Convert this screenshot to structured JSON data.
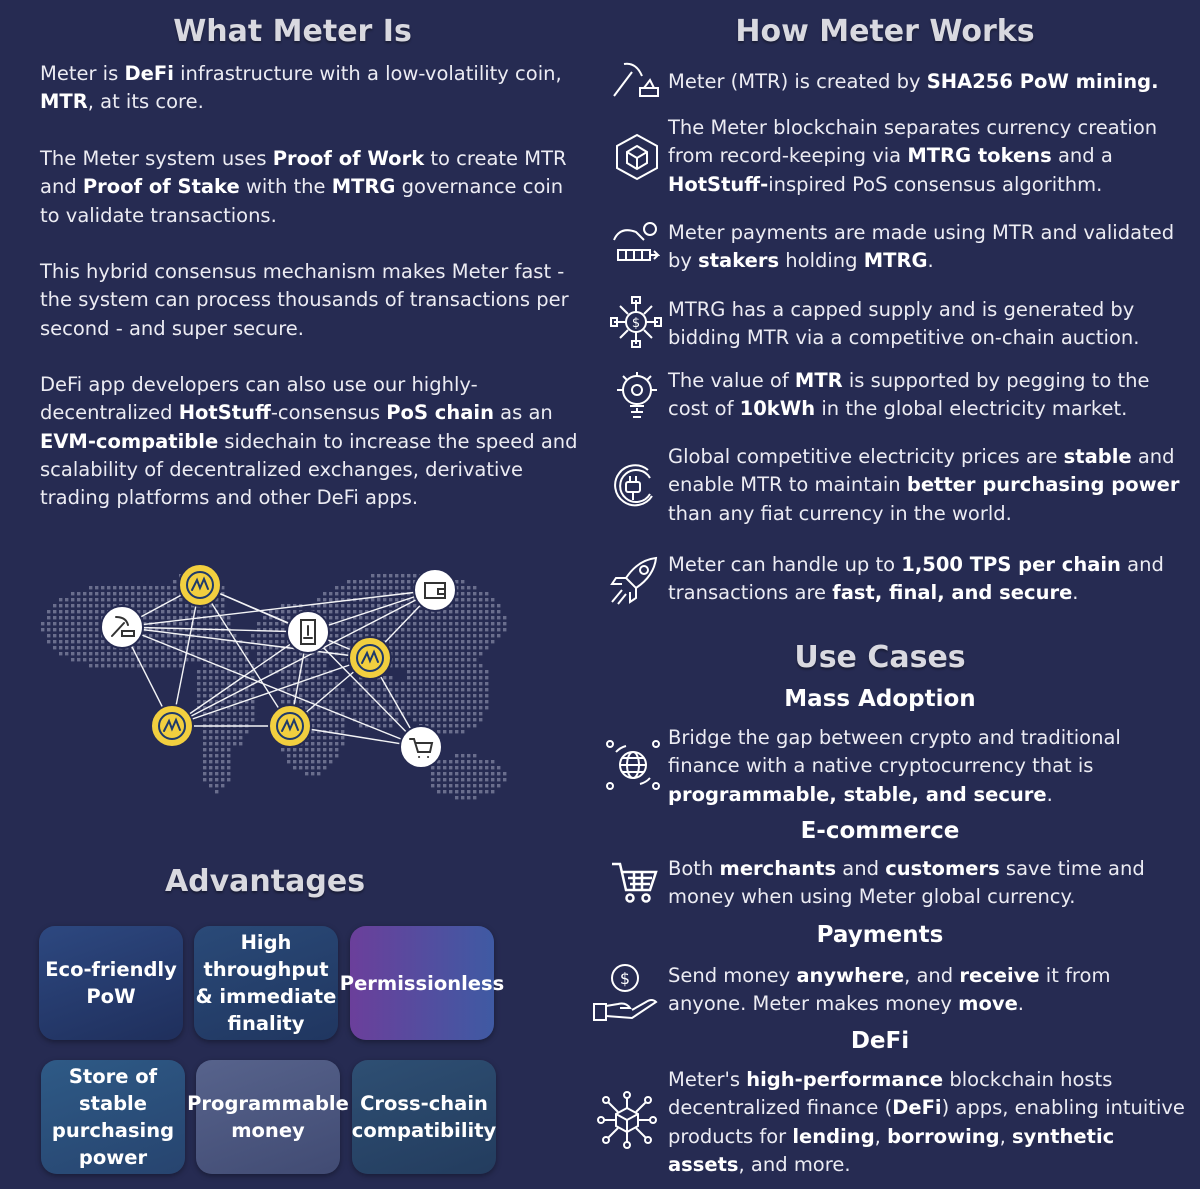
{
  "what": {
    "title": "What Meter Is",
    "p1": [
      "Meter is ",
      "DeFi",
      " infrastructure with a low-volatility coin, ",
      "MTR",
      ", at its core."
    ],
    "p2": [
      "The Meter system uses ",
      "Proof of Work",
      " to create MTR and ",
      "Proof of Stake",
      " with the ",
      "MTRG",
      " governance coin to validate transactions."
    ],
    "p3": "This hybrid consensus mechanism makes Meter fast - the system can process thousands of transactions per second - and super secure.",
    "p4": [
      "DeFi app developers can also use our highly-decentralized ",
      "HotStuff",
      "-consensus ",
      "PoS chain",
      " as an ",
      "EVM-compatible",
      " sidechain to increase the speed and scalability of decentralized exchanges, derivative trading platforms and other DeFi apps."
    ]
  },
  "how": {
    "title": "How Meter Works",
    "items": [
      {
        "icon": "mining-pickaxe-icon",
        "parts": [
          "Meter (MTR) is created by ",
          "SHA256 PoW mining."
        ]
      },
      {
        "icon": "blockchain-cube-icon",
        "parts": [
          "The Meter blockchain separates currency creation from record-keeping via ",
          "MTRG tokens",
          " and a ",
          "HotStuff-",
          "inspired PoS consensus algorithm."
        ]
      },
      {
        "icon": "staking-icon",
        "parts": [
          "Meter payments are made using MTR and validated by ",
          "stakers",
          " holding ",
          "MTRG",
          "."
        ]
      },
      {
        "icon": "dollar-network-icon",
        "parts": [
          "MTRG has a capped supply and is generated by bidding MTR via a competitive on-chain auction."
        ]
      },
      {
        "icon": "lightbulb-gear-icon",
        "parts": [
          "The value of ",
          "MTR",
          " is supported by pegging to the cost of ",
          "10kWh",
          " in the global electricity market."
        ]
      },
      {
        "icon": "power-plug-icon",
        "parts": [
          "Global competitive electricity prices are ",
          "stable",
          " and enable MTR to maintain ",
          "better purchasing power",
          " than any fiat currency in the world."
        ]
      },
      {
        "icon": "rocket-icon",
        "parts": [
          "Meter can handle up to ",
          "1,500 TPS per chain",
          " and transactions are ",
          "fast, final, and secure",
          "."
        ]
      }
    ]
  },
  "use_cases": {
    "title": "Use Cases",
    "sections": [
      {
        "heading": "Mass Adoption",
        "icon": "globe-network-icon",
        "parts": [
          "Bridge the gap between crypto and traditional finance with a native cryptocurrency that is ",
          "programmable, stable, and secure",
          "."
        ]
      },
      {
        "heading": "E-commerce",
        "icon": "shopping-cart-icon",
        "parts": [
          "Both ",
          "merchants",
          " and ",
          "customers",
          " save time and money when using Meter global currency."
        ]
      },
      {
        "heading": "Payments",
        "icon": "hand-coin-icon",
        "parts": [
          "Send money ",
          "anywhere",
          ", and ",
          "receive",
          " it from anyone. Meter makes money ",
          "move",
          "."
        ]
      },
      {
        "heading": "DeFi",
        "icon": "cube-network-icon",
        "parts": [
          "Meter's ",
          "high-performance",
          " blockchain hosts decentralized finance (",
          "DeFi",
          ") apps, enabling intuitive products for ",
          "lending",
          ", ",
          "borrowing",
          ", ",
          "synthetic assets",
          ", and more."
        ]
      }
    ]
  },
  "advantages": {
    "title": "Advantages",
    "tiles": [
      "Eco-friendly PoW",
      "High throughput & immediate finality",
      "Permissionless",
      "Store of stable purchasing power",
      "Programmable money",
      "Cross-chain compatibility"
    ]
  },
  "colors": {
    "background": "#262b52",
    "coin_yellow": "#f2cf3f",
    "map_dots": "#6a6e8d"
  },
  "map_icons": [
    "meter-coin-icon",
    "wallet-icon",
    "mining-icon",
    "mobile-payment-icon",
    "meter-coin-icon",
    "meter-coin-icon",
    "meter-coin-icon",
    "shopping-cart-icon"
  ]
}
